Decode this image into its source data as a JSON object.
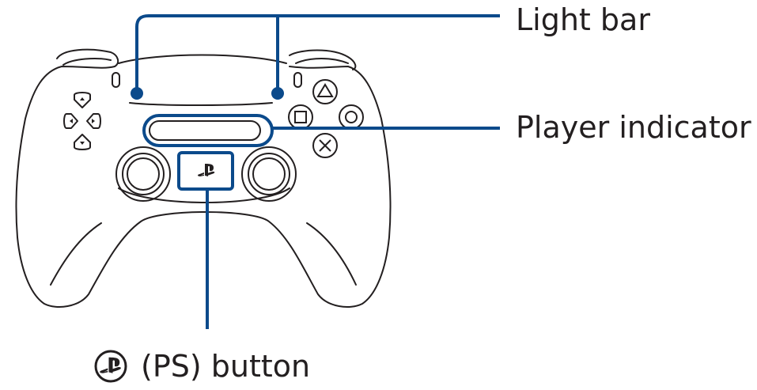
{
  "callouts": {
    "light_bar": "Light bar",
    "player_indicator": "Player indicator",
    "ps_button": "(PS) button"
  },
  "icons": {
    "ps_button_symbol": "playstation-logo-icon",
    "face_buttons": [
      "triangle-icon",
      "square-icon",
      "circle-icon",
      "cross-icon"
    ],
    "dpad": [
      "dpad-up-icon",
      "dpad-left-icon",
      "dpad-right-icon",
      "dpad-down-icon"
    ]
  },
  "colors": {
    "leader_line": "#0b4a8b",
    "outline": "#231f20",
    "background": "#ffffff"
  }
}
